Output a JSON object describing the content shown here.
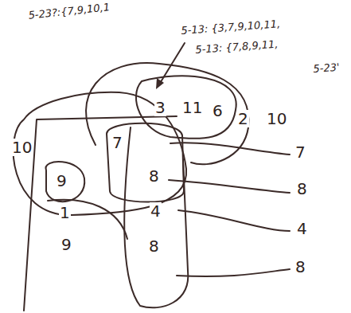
{
  "diagram": {
    "labels": [
      "5-23?:{7,9,10,1",
      "5-13: {3,7,9,10,11,",
      "5-13: {7,8,9,11,",
      "5-23'",
      "3",
      "11",
      "6",
      "2",
      "10",
      "10",
      "7",
      "7",
      "9",
      "8",
      "8",
      "1",
      "4",
      "4",
      "9",
      "8",
      "8"
    ]
  }
}
